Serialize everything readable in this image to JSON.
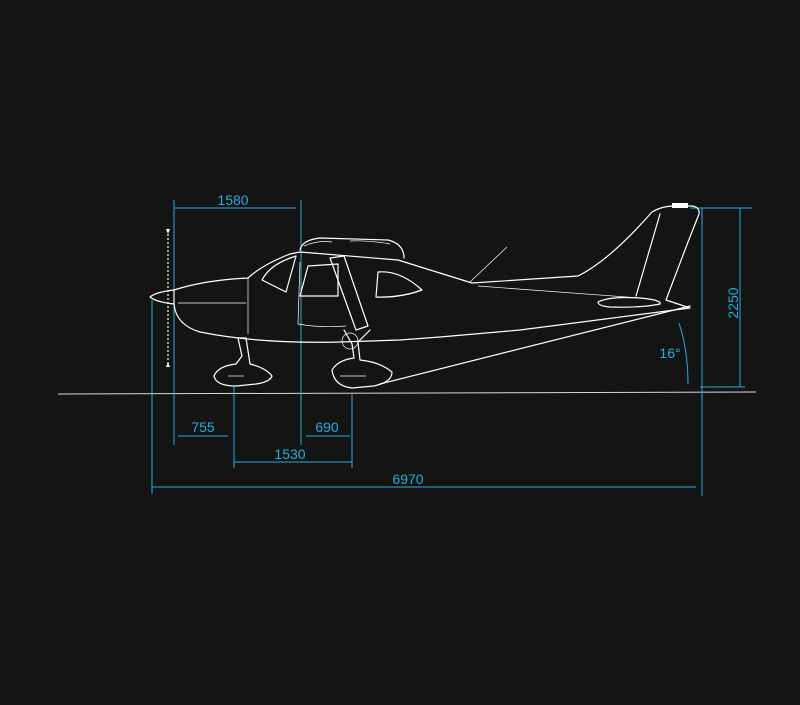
{
  "dimensions": {
    "wheel_to_cockpit": "1580",
    "prop_to_nosewheel": "755",
    "datum_to_mainwheel": "690",
    "wheelbase": "1530",
    "overall_length": "6970",
    "overall_height": "2250",
    "tail_angle": "16°"
  },
  "colors": {
    "background": "#141414",
    "dimension_lines": "#22aee0",
    "aircraft_outline": "#ffffff"
  }
}
